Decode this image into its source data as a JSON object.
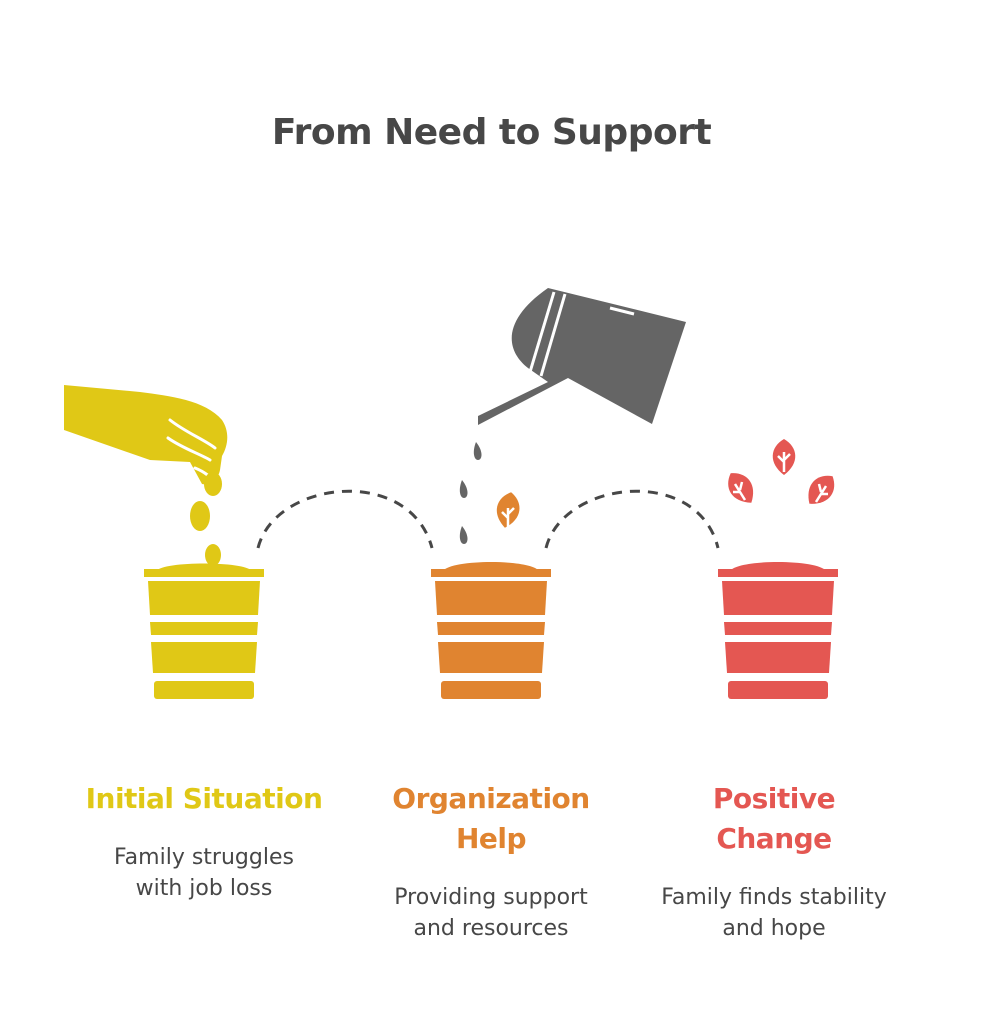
{
  "title": "From Need to Support",
  "colors": {
    "text": "#474747",
    "stage1": "#E0C816",
    "stage2": "#E08430",
    "stage3": "#E45752",
    "can": "#656565",
    "connector": "#474747"
  },
  "stages": [
    {
      "heading": "Initial Situation",
      "description_line1": "Family struggles",
      "description_line2": "with job loss",
      "icon": "hand-planting-seeds-pot"
    },
    {
      "heading_line1": "Organization",
      "heading_line2": "Help",
      "description_line1": "Providing support",
      "description_line2": "and resources",
      "icon": "watering-can-sprout-pot"
    },
    {
      "heading_line1": "Positive",
      "heading_line2": "Change",
      "description_line1": "Family finds stability",
      "description_line2": "and hope",
      "icon": "growing-leaves-pot"
    }
  ]
}
